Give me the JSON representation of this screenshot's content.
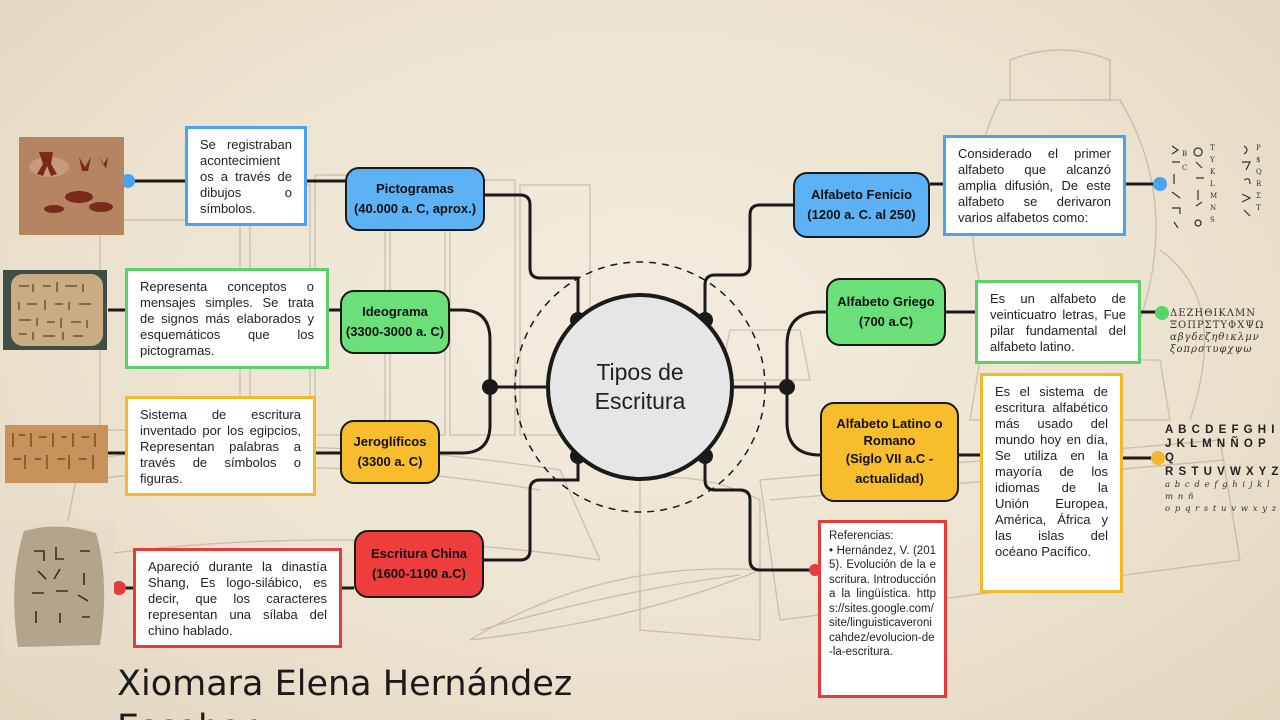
{
  "center": {
    "title": "Tipos de Escritura"
  },
  "author": "Xiomara Elena Hernández Escobar",
  "left_branches": [
    {
      "label": "Pictogramas",
      "date": "(40.000 a. C, aprox.)",
      "description": "Se registraban acontecimient os a través de dibujos o símbolos.",
      "image": "cave-painting"
    },
    {
      "label": "Ideograma",
      "date": "(3300-3000 a. C)",
      "description": "Representa conceptos o mensajes simples. Se trata de signos más elaborados y esquemáticos que los pictogramas.",
      "image": "clay-tablet"
    },
    {
      "label": "Jeroglíficos",
      "date": "(3300 a. C)",
      "description": "Sistema de escritura inventado por los egipcios, Representan palabras a través de símbolos o figuras.",
      "image": "hieroglyph-wall"
    },
    {
      "label": "Escritura China",
      "date": "(1600-1100 a.C)",
      "description": "Apareció durante la dinastía Shang, Es logo-silábico, es decir, que los caracteres representan una sílaba del chino hablado.",
      "image": "oracle-bone"
    }
  ],
  "right_branches": [
    {
      "label": "Alfabeto Fenicio",
      "date": "(1200 a. C. al 250)",
      "description": "Considerado el primer alfabeto que alcanzó amplia difusión, De este alfabeto se derivaron varios alfabetos como:"
    },
    {
      "label": "Alfabeto Griego",
      "date": "(700 a.C)",
      "description": "Es un alfabeto de veinticuatro letras, Fue pilar fundamental del alfabeto latino."
    },
    {
      "label": "Alfabeto Latino o Romano",
      "date": "(Siglo VII a.C - actualidad)",
      "description": "Es el sistema de escritura alfabético más usado del mundo hoy en día, Se utiliza en la mayoría de los idiomas de la Unión Europea, América, África y las islas del océano Pacífico."
    }
  ],
  "references": {
    "title": "Referencias:",
    "text": "• Hernández, V. (2015). Evolución de la escritura. Introducción a la lingüística. https://sites.google.com/site/linguisticaveronicahdez/evolucion-de-la-escritura."
  },
  "glyph_samples": {
    "greek_upper": "ΔΕΖΗΘΙΚΛΜΝ ΞΟΠΡΣΤΥΦΧΨΩ",
    "greek_lower": "αβγδεζηθικλμν ξοπρστυφχψω",
    "latin_upper_1": "A B C D E F G H I",
    "latin_upper_2": "J K L M N Ñ O P Q",
    "latin_upper_3": "R S T U V W X Y Z",
    "latin_lower_1": "a b c d e f g h i j k l m n ñ",
    "latin_lower_2": "o p q r s t u v w x y z"
  },
  "colors": {
    "blue": "#4aa3f0",
    "green": "#58d36a",
    "yellow": "#f5b82a",
    "red": "#e53b3b",
    "line": "#1a1a1a"
  }
}
